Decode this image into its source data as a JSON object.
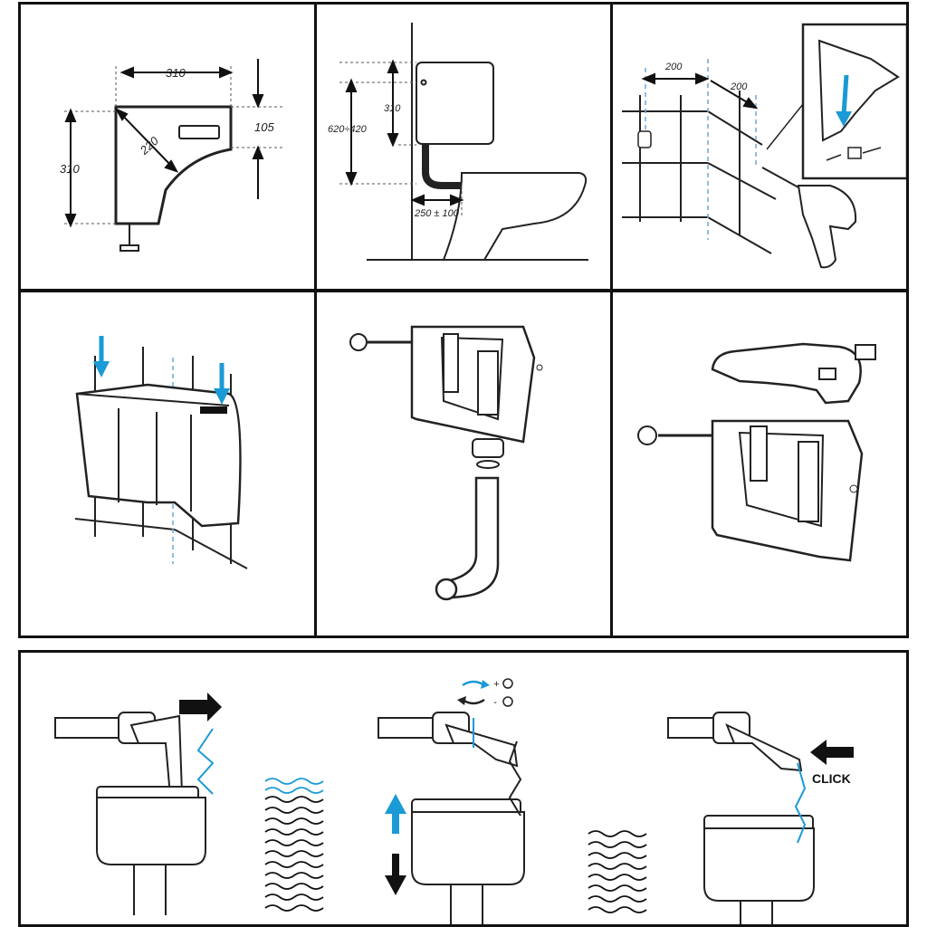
{
  "colors": {
    "frame": "#111111",
    "accent": "#1a9ad6",
    "line": "#222222",
    "guide": "#6aa9d6"
  },
  "step1_corner_cistern_dimensions": {
    "width": "310",
    "height": "310",
    "diagonal": "220",
    "lip": "105"
  },
  "step2_mounting_heights": {
    "cistern_height": "310",
    "mount_range": "620÷420",
    "bowl_offset": "250 ± 100"
  },
  "step3_drilling_distances": {
    "horizontal_a": "200",
    "horizontal_b": "200"
  },
  "step6_fill_valve": {
    "rotation_plus": "+",
    "rotation_minus": "-",
    "click_label": "CLICK"
  },
  "icons": [
    "arrow-right-icon",
    "arrow-left-icon",
    "arrow-up-icon",
    "arrow-down-icon",
    "rotate-clockwise-icon",
    "rotate-counterclockwise-icon",
    "drill-icon",
    "wall-plug-icon",
    "screw-icon"
  ]
}
